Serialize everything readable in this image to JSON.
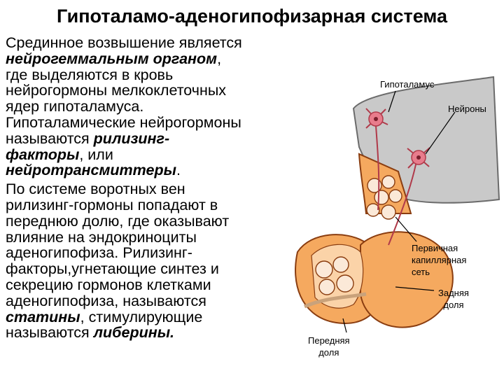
{
  "slide": {
    "title": "Гипоталамо-аденогипофизарная система",
    "lines": {
      "l1": "Срединное возвышение является",
      "l2a": "нейрогеммальным органом",
      "l2b": ",",
      "l3": "где выделяются в кровь",
      "l4": "нейрогормоны мелкоклеточных",
      "l5": "ядер гипоталамуса.",
      "l6": "Гипоталамические нейрогормоны",
      "l7a": "называются ",
      "l7b": "рилизинг-",
      "l8a": "факторы",
      "l8b": ", или",
      "l9a": "нейротрансмиттеры",
      "l9b": ".",
      "l10": "По системе воротных вен",
      "l11": "рилизинг-гормоны попадают в",
      "l12": "переднюю долю, где оказывают",
      "l13": "влияние на эндокриноциты",
      "l14": "аденогипофиза. Рилизинг-",
      "l15": "факторы,угнетающие синтез и",
      "l16": "секрецию гормонов клетками",
      "l17": "аденогипофиза, называются",
      "l18a": "статины",
      "l18b": ", стимулирующие",
      "l19a": "называются ",
      "l19b": "либерины."
    }
  },
  "diagram": {
    "labels": {
      "hypothalamus": "Гипоталамус",
      "neurons": "Нейроны",
      "capillary_1": "Первичная",
      "capillary_2": "капиллярная",
      "capillary_3": "сеть",
      "posterior_1": "Задняя",
      "posterior_2": "доля",
      "anterior_1": "Передняя",
      "anterior_2": "доля"
    },
    "colors": {
      "hypothalamus_fill": "#c9c9c9",
      "tissue_fill": "#f5a95f",
      "tissue_light": "#fbd3a8",
      "neuron_fill": "#e87c8c",
      "outline": "#8a3d10"
    }
  }
}
